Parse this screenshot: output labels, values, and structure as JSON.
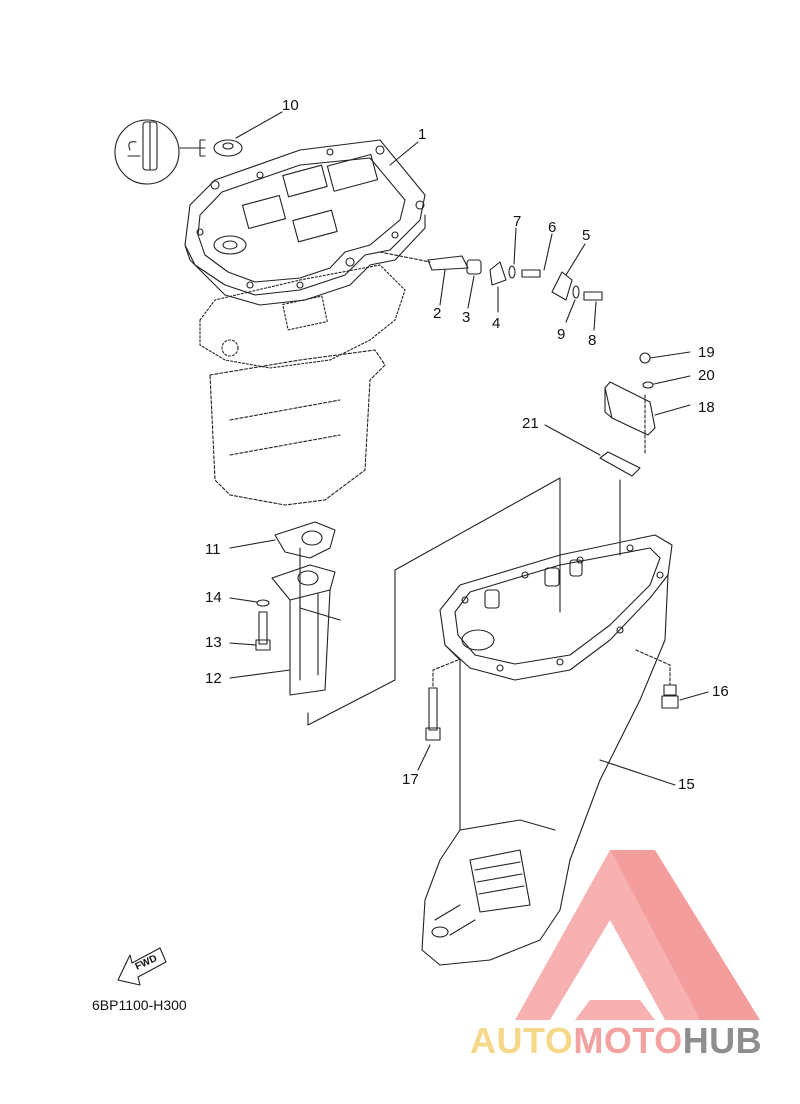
{
  "callouts": {
    "p1": "1",
    "p2": "2",
    "p3": "3",
    "p4": "4",
    "p5": "5",
    "p6": "6",
    "p7": "7",
    "p8": "8",
    "p9": "9",
    "p10": "10",
    "p11": "11",
    "p12": "12",
    "p13": "13",
    "p14": "14",
    "p15": "15",
    "p16": "16",
    "p17": "17",
    "p18": "18",
    "p19": "19",
    "p20": "20",
    "p21": "21"
  },
  "diagram_code": "6BP1100-H300",
  "fwd_label": "FWD",
  "watermark": {
    "part1": "AUTO",
    "part2": "MOTO",
    "part3": "HUB"
  },
  "colors": {
    "line": "#222222",
    "watermark_triangle": "#f08080",
    "watermark_auto": "#f6d88a",
    "watermark_moto": "#f3a1a1",
    "watermark_hub": "#8e8e8e"
  }
}
